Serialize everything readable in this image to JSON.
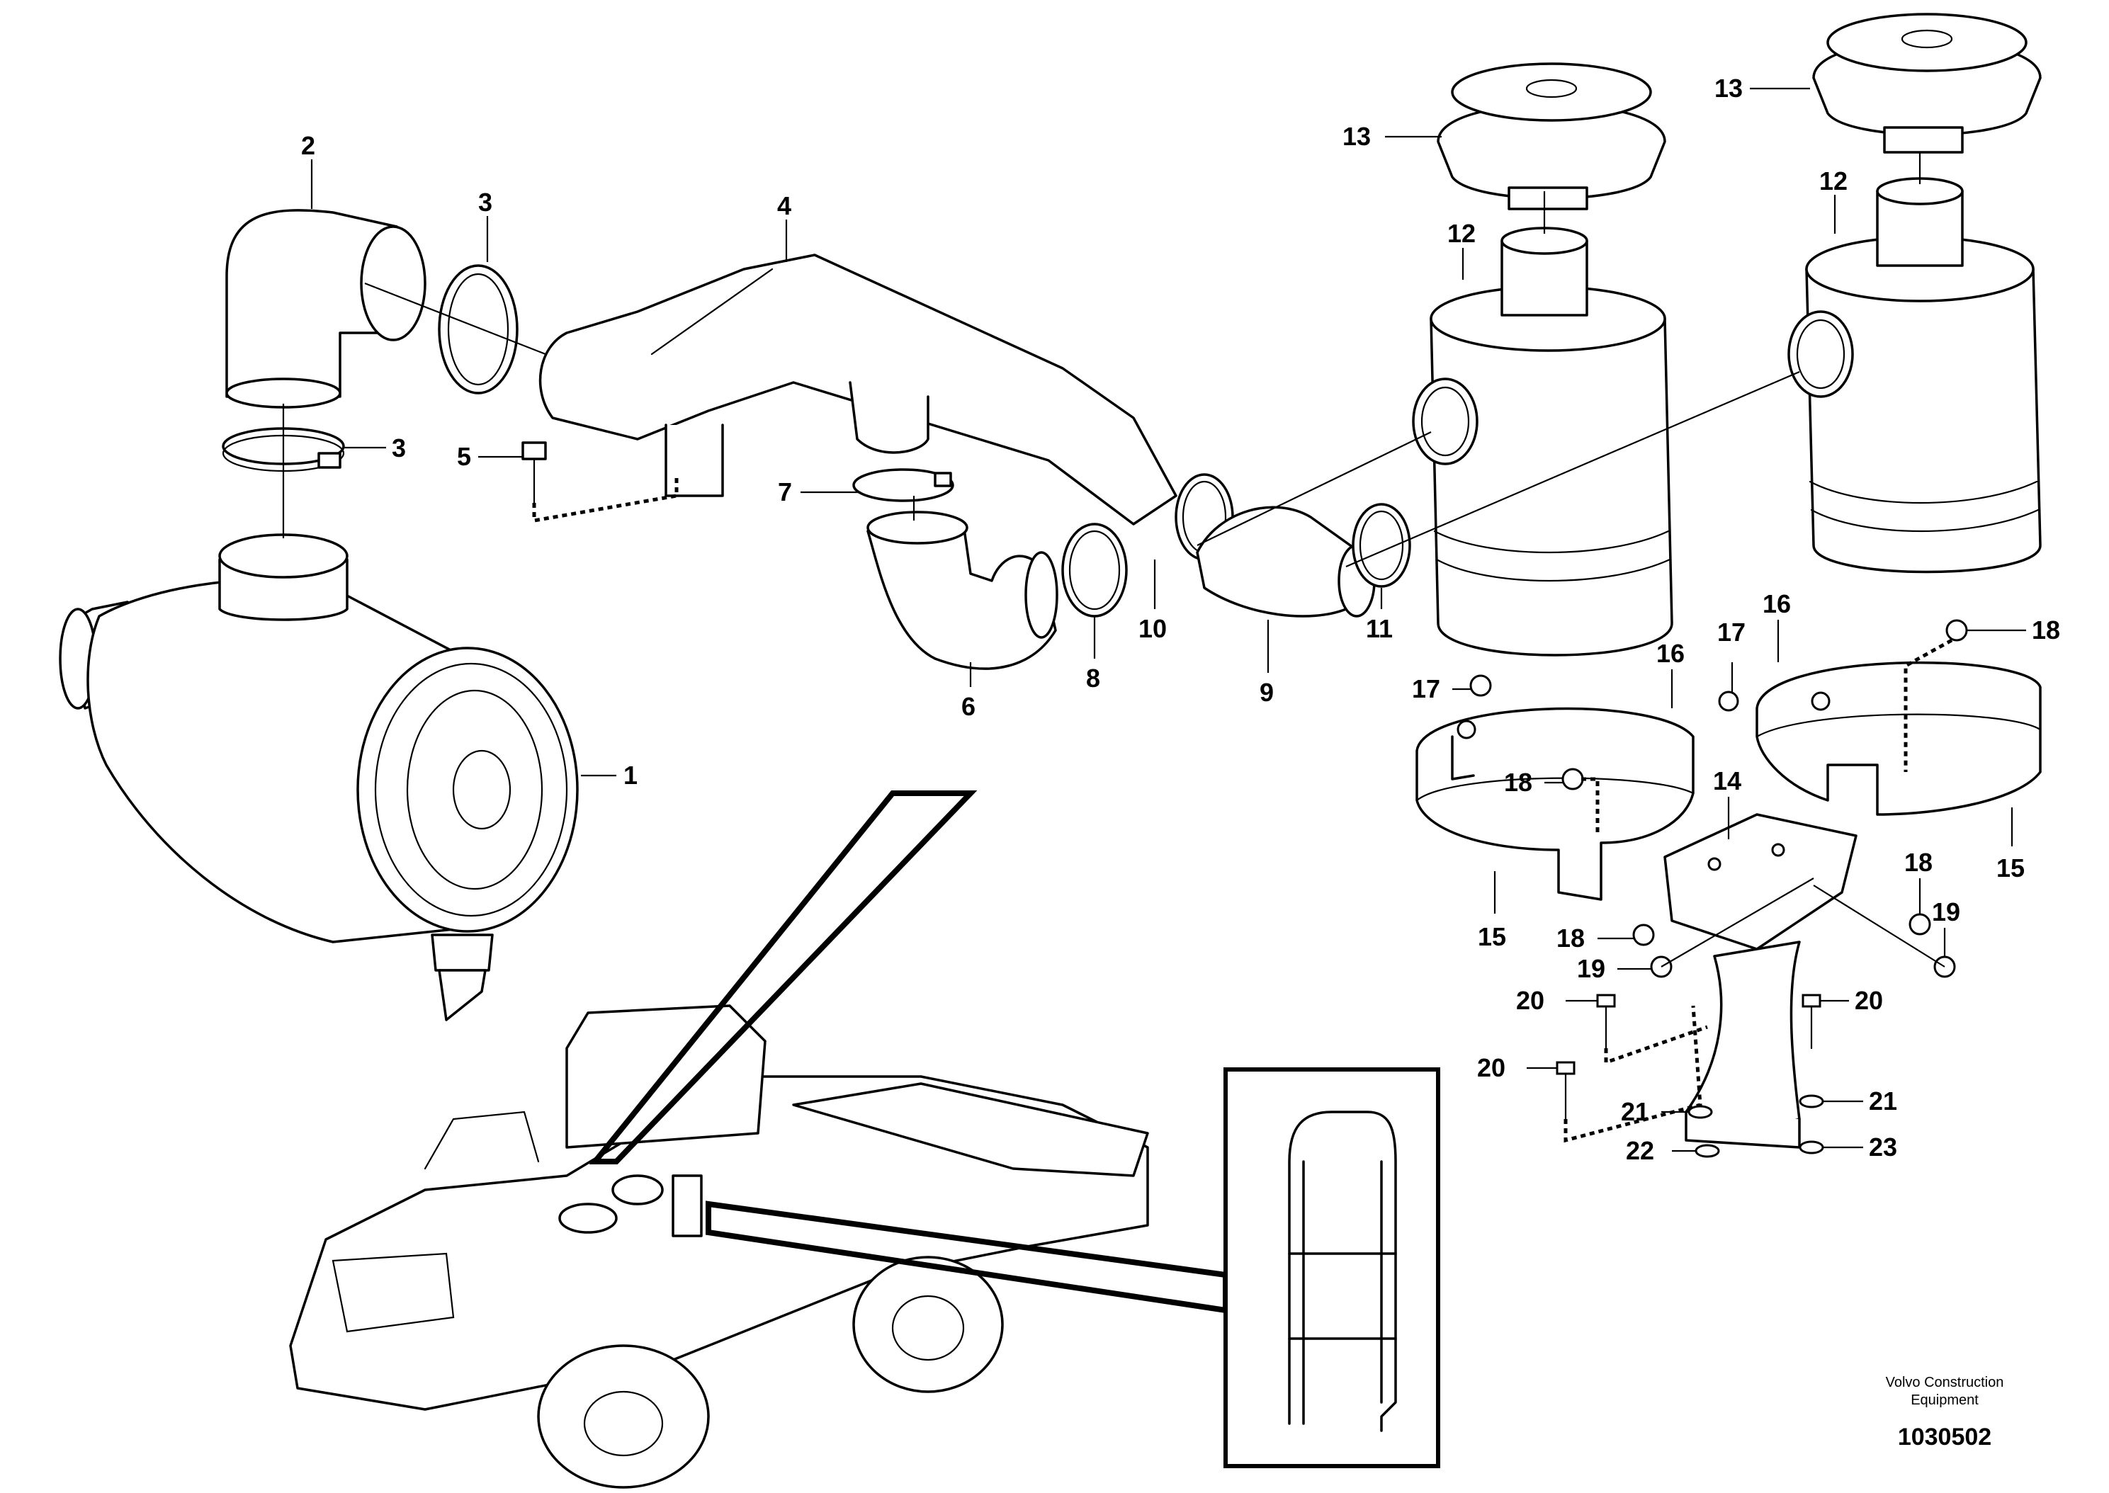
{
  "callouts": [
    "1",
    "2",
    "3",
    "4",
    "5",
    "6",
    "7",
    "8",
    "9",
    "10",
    "11",
    "12",
    "13",
    "14",
    "15",
    "16",
    "17",
    "18",
    "19",
    "20",
    "21",
    "22",
    "23"
  ],
  "footer": {
    "company_line1": "Volvo Construction",
    "company_line2": "Equipment",
    "drawing_number": "1030502"
  }
}
